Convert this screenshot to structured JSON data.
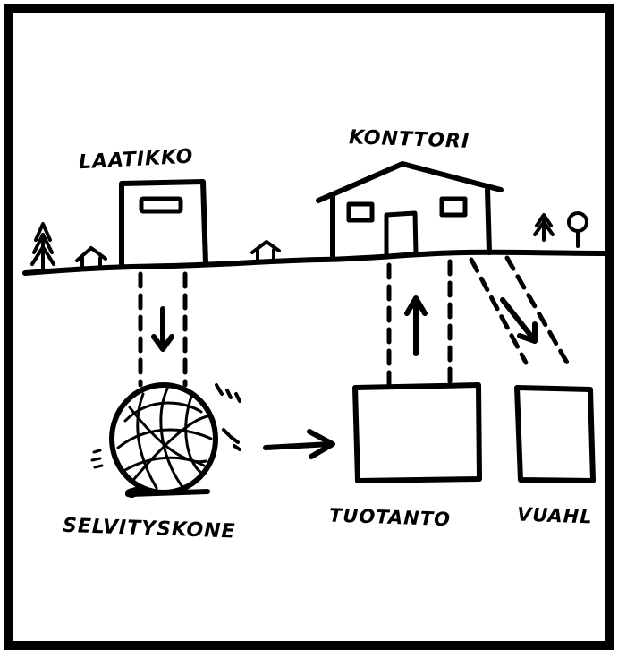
{
  "diagram": {
    "labels": {
      "box_building": "LAATIKKO",
      "office": "KONTTORI",
      "machine": "SELVITYSKONE",
      "production": "TUOTANTO",
      "third_box": "VUAHL"
    },
    "ink_color": "#000000",
    "background": "#ffffff"
  }
}
